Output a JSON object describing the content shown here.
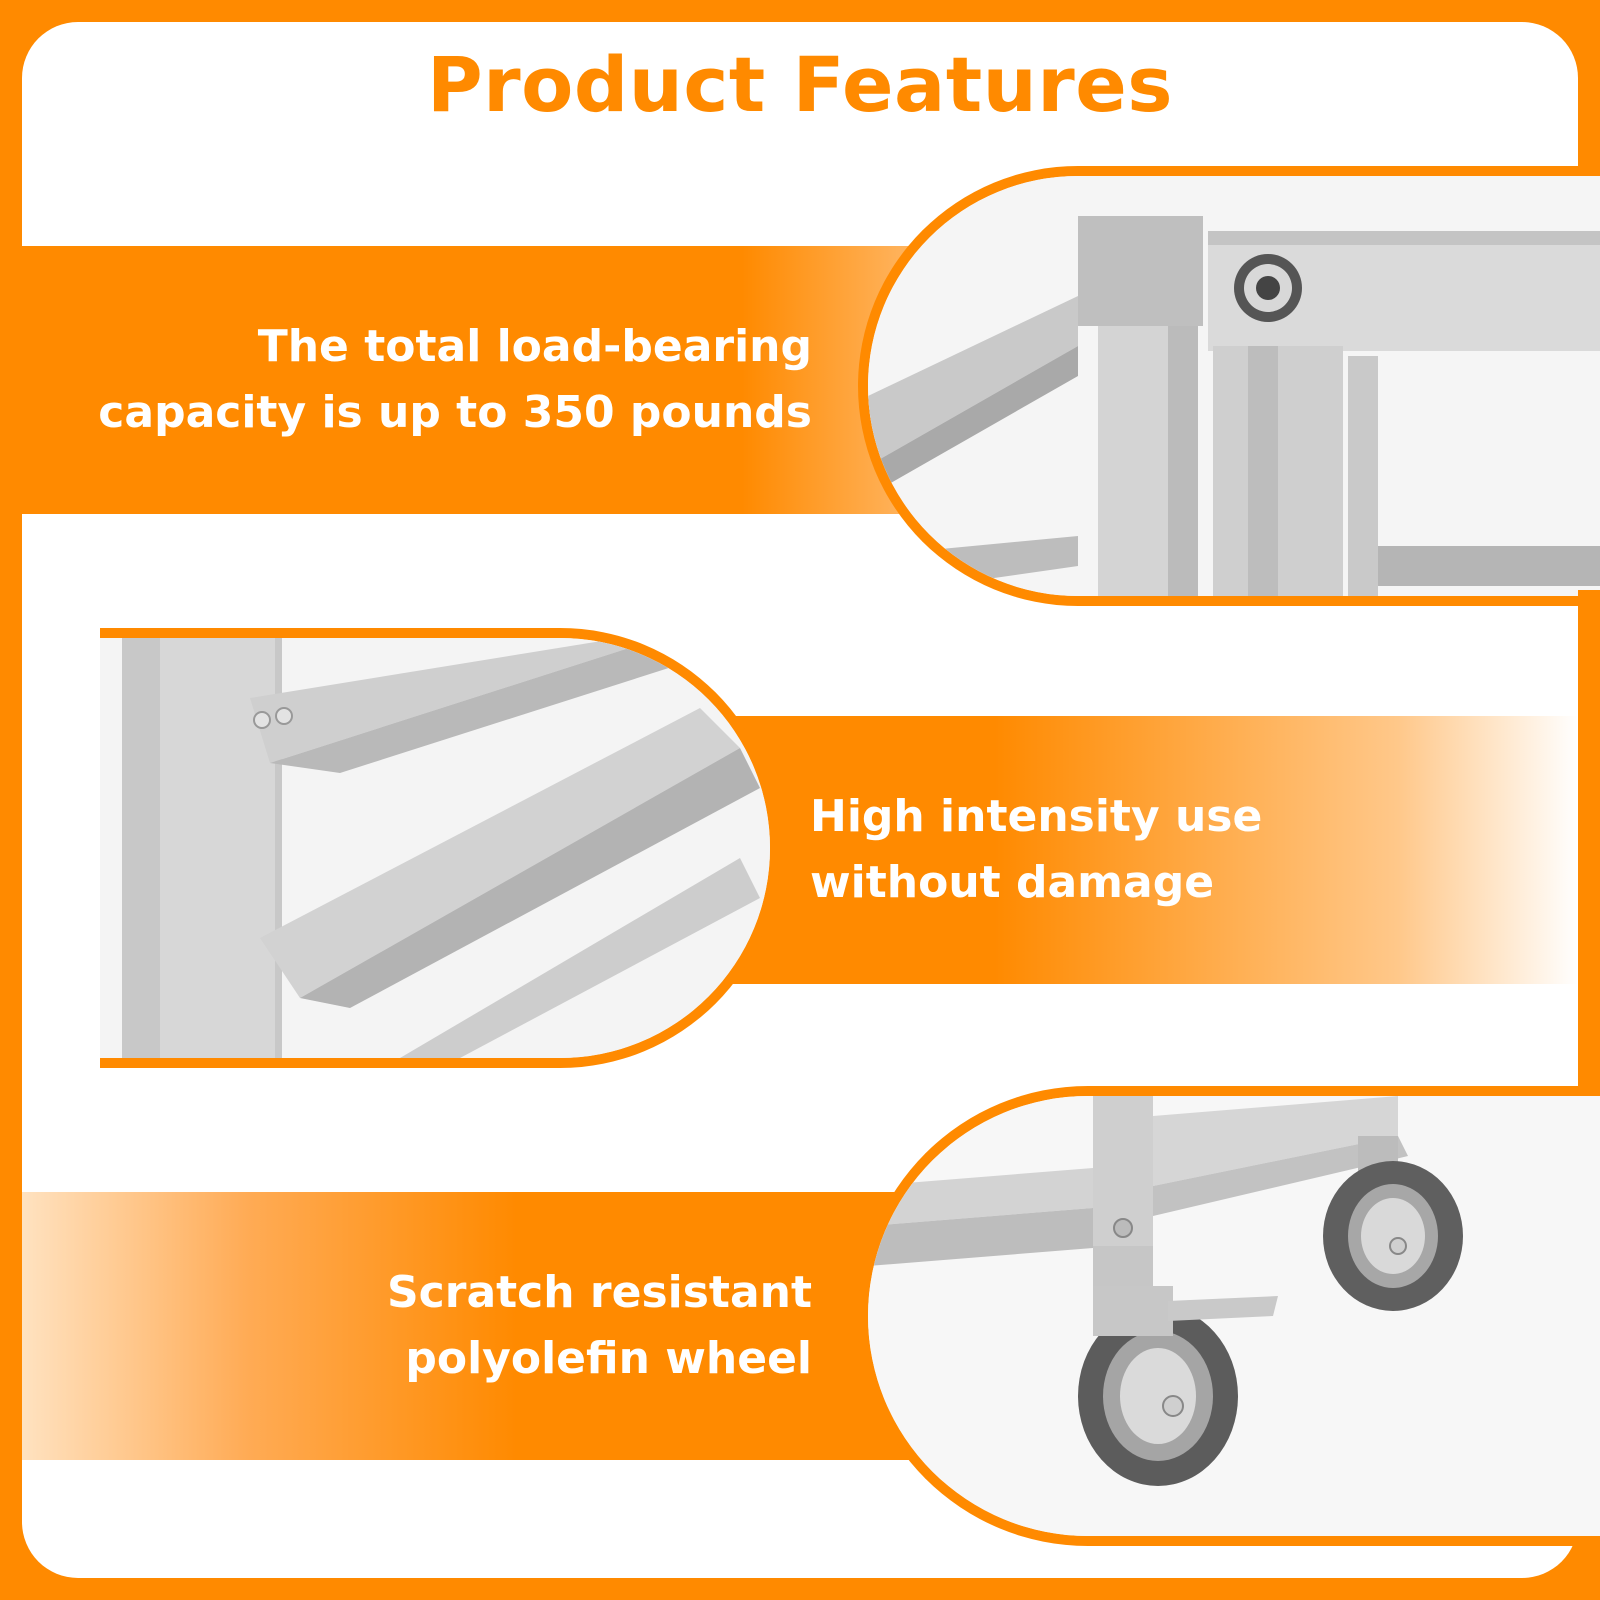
{
  "title": "Product Features",
  "features": [
    {
      "line1": "The total load-bearing",
      "line2": "capacity is up to 350 pounds"
    },
    {
      "line1": "High intensity use",
      "line2": "without damage"
    },
    {
      "line1": "Scratch resistant",
      "line2": "polyolefin wheel"
    }
  ],
  "colors": {
    "accent": "#ff8a00",
    "background": "#ffffff"
  },
  "icons": [
    "frame-corner-photo",
    "rack-rails-photo",
    "caster-wheels-photo"
  ]
}
